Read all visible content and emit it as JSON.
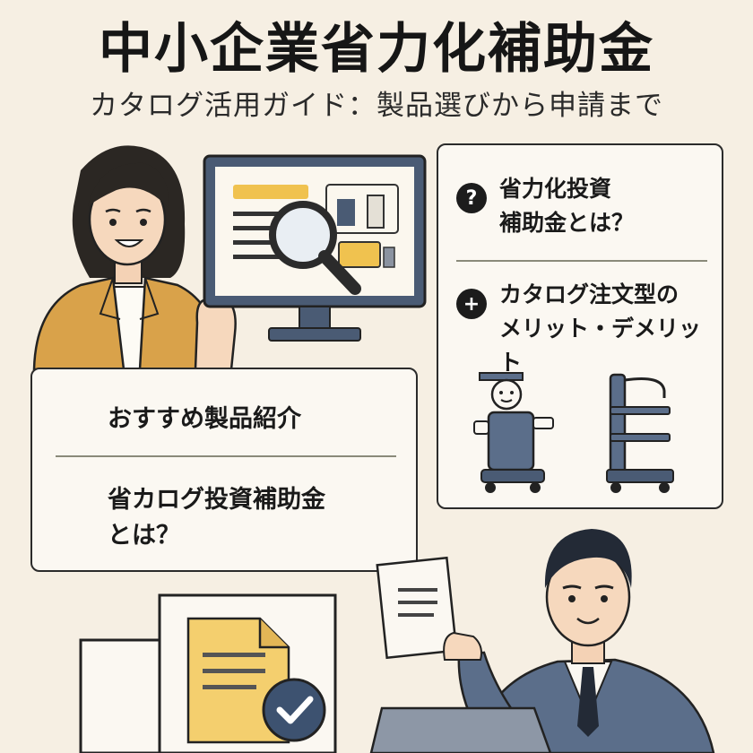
{
  "header": {
    "title": "中小企業省力化補助金",
    "subtitle": "カタログ活用ガイド：製品選びから申請まで"
  },
  "right_card": {
    "item1": {
      "icon": "?",
      "line1": "省力化投資",
      "line2": "補助金とは？"
    },
    "item2": {
      "icon": "+",
      "line1": "カタログ注文型の",
      "line2": "メリット・デメリット"
    }
  },
  "left_card": {
    "item1": "おすすめ製品紹介",
    "item2_line1": "省カログ投資補助金",
    "item2_line2": "とは？"
  },
  "colors": {
    "background": "#f6efe3",
    "jacket": "#d9a24a",
    "suit": "#5b6e8a",
    "document": "#f4cf6e",
    "check": "#3d5270"
  }
}
